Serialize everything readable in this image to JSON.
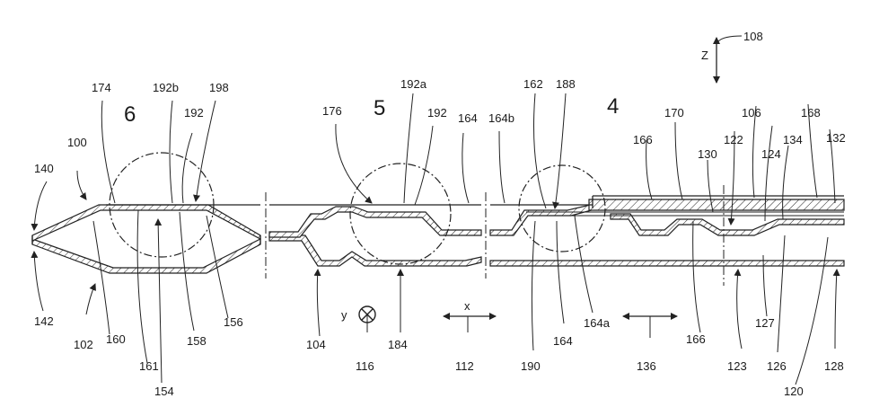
{
  "labels": {
    "n100": "100",
    "n102": "102",
    "n104": "104",
    "n106": "106",
    "n108": "108",
    "n112": "112",
    "n116": "116",
    "n120": "120",
    "n122": "122",
    "n123": "123",
    "n124": "124",
    "n126": "126",
    "n127": "127",
    "n128": "128",
    "n130": "130",
    "n132": "132",
    "n134": "134",
    "n136": "136",
    "n140": "140",
    "n142": "142",
    "n154": "154",
    "n156": "156",
    "n158": "158",
    "n160": "160",
    "n161": "161",
    "n162": "162",
    "n164": "164",
    "n164b_top": "164b",
    "n164_bot": "164",
    "n164a": "164a",
    "n166_top": "166",
    "n166_bot": "166",
    "n168": "168",
    "n170": "170",
    "n174": "174",
    "n176": "176",
    "n184": "184",
    "n188": "188",
    "n190": "190",
    "n192_l": "192",
    "n192b": "192b",
    "n192a": "192a",
    "n192_m": "192",
    "n198": "198"
  },
  "details": {
    "d6": "6",
    "d5": "5",
    "d4": "4"
  },
  "axes": {
    "z": "Z",
    "x": "x",
    "y": "y"
  }
}
